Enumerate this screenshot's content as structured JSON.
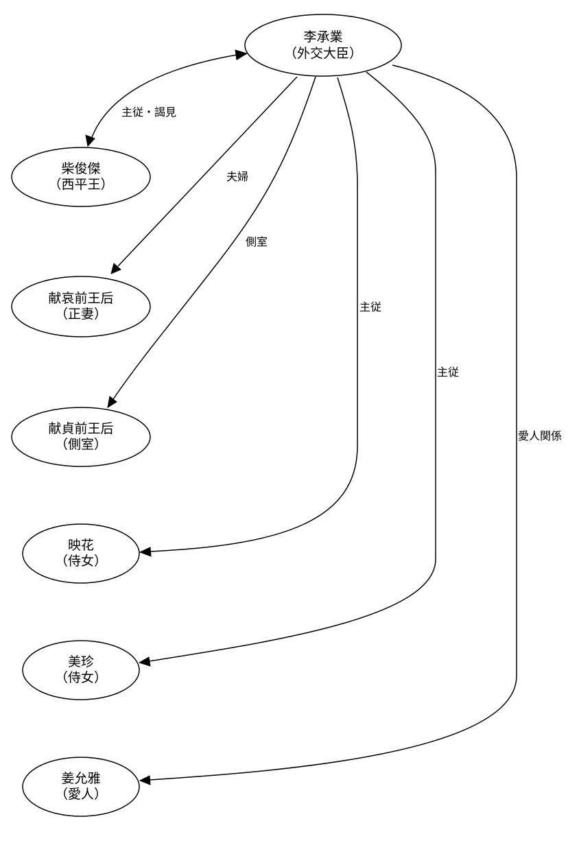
{
  "diagram": {
    "nodes": {
      "li": {
        "name": "李承業",
        "role": "（外交大臣）"
      },
      "chai": {
        "name": "柴俊傑",
        "role": "（西平王）"
      },
      "kenai": {
        "name": "献哀前王后",
        "role": "（正妻）"
      },
      "kentei": {
        "name": "献貞前王后",
        "role": "（側室）"
      },
      "eika": {
        "name": "映花",
        "role": "（侍女）"
      },
      "mitama": {
        "name": "美珍",
        "role": "（侍女）"
      },
      "kyo": {
        "name": "姜允雅",
        "role": "（愛人）"
      }
    },
    "edges": {
      "li_chai": {
        "label": "主従・謁見"
      },
      "li_kenai": {
        "label": "夫婦"
      },
      "li_kentei": {
        "label": "側室"
      },
      "li_eika": {
        "label": "主従"
      },
      "li_mitama": {
        "label": "主従"
      },
      "li_kyo": {
        "label": "愛人関係"
      }
    }
  }
}
